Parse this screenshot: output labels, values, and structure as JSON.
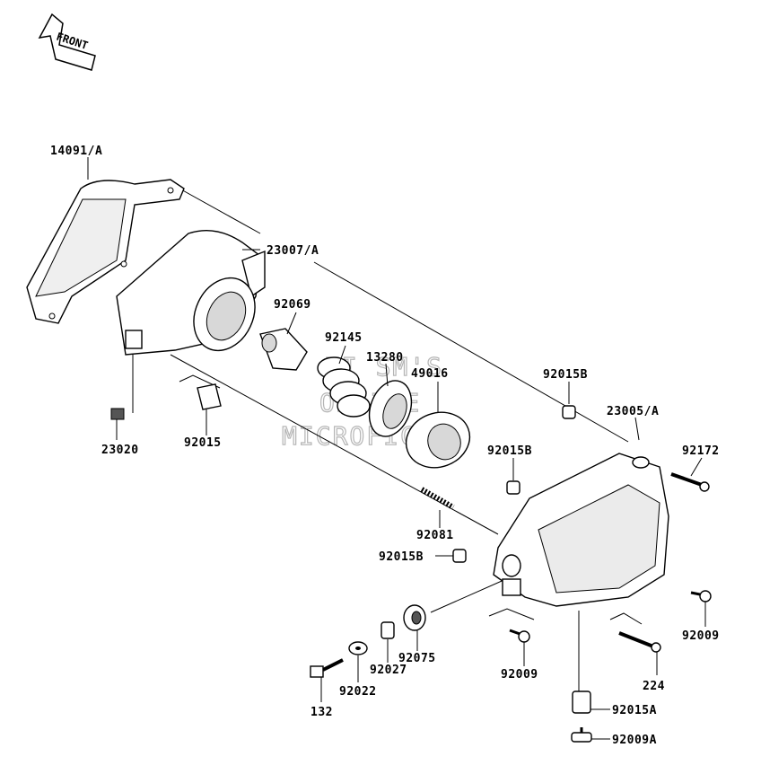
{
  "diagram": {
    "front_label": "FRONT",
    "watermark": [
      "HI SM'S",
      "ONLINE",
      "MICROFICHE"
    ],
    "callouts": {
      "c14091A": "14091/A",
      "c23007A": "23007/A",
      "c92069": "92069",
      "c92145": "92145",
      "c13280": "13280",
      "c49016": "49016",
      "c92015B_top": "92015B",
      "c23005A": "23005/A",
      "c92015B_mid": "92015B",
      "c92172": "92172",
      "c23020": "23020",
      "c92015": "92015",
      "c92081": "92081",
      "c92015B_low": "92015B",
      "c92009_right": "92009",
      "c92075": "92075",
      "c92027": "92027",
      "c92009_mid": "92009",
      "c224": "224",
      "c92022": "92022",
      "c132": "132",
      "c92015A": "92015A",
      "c92009A": "92009A"
    }
  }
}
